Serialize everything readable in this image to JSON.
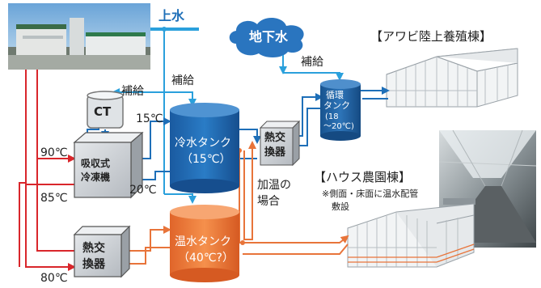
{
  "labels": {
    "water_supply": "上水",
    "groundwater": "地下水",
    "abalone_building": "【アワビ陸上養殖棟】",
    "house_farm_building": "【ハウス農園棟】",
    "house_note_line1": "※側面・床面に温水配管",
    "house_note_line2": "敷設",
    "supply_1": "補給",
    "supply_2": "補給",
    "supply_3": "補給",
    "ct": "CT",
    "temp_15": "15℃",
    "temp_90": "90℃",
    "temp_85": "85℃",
    "temp_20": "20℃",
    "temp_80": "80℃",
    "chiller_line1": "吸収式",
    "chiller_line2": "冷凍機",
    "cold_tank_line1": "冷水タンク",
    "cold_tank_line2": "（15℃）",
    "hot_tank_line1": "温水タンク",
    "hot_tank_line2": "（40℃?）",
    "heat_exchanger_upper_line1": "熱交",
    "heat_exchanger_upper_line2": "換器",
    "heat_exchanger_lower_line1": "熱交",
    "heat_exchanger_lower_line2": "換器",
    "heating_note_line1": "加温の",
    "heating_note_line2": "場合",
    "circ_tank_line1": "循環",
    "circ_tank_line2": "タンク",
    "circ_tank_line3": "(18",
    "circ_tank_line4": "～20℃)"
  },
  "colors": {
    "blue_pipe": "#1e6fb8",
    "light_blue_pipe": "#2aa0dc",
    "red_pipe": "#d9262b",
    "orange_pipe": "#e8743a",
    "cold_tank": "#1f6cb4",
    "hot_tank": "#ee7a33",
    "equipment_gray": "#c9cdd2"
  },
  "icons": {
    "photo_factory": "factory-photo",
    "photo_greenhouse_interior": "greenhouse-interior-photo",
    "cloud": "cloud-shape",
    "greenhouse": "greenhouse-drawing"
  }
}
